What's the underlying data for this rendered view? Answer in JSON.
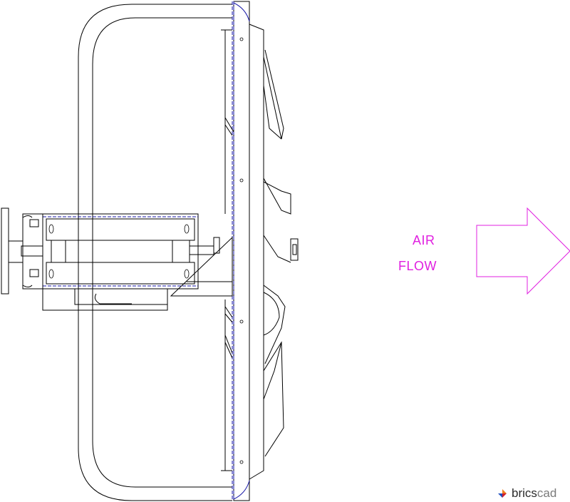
{
  "drawing": {
    "annotation": {
      "line1": "AIR",
      "line2": "FLOW"
    },
    "arrow_icon": "flow-arrow-icon",
    "colors": {
      "linework": "#000000",
      "frame_hidden_lines": "#1a1aa8",
      "annotation": "#e020e0"
    }
  },
  "watermark": {
    "text_part1": "brics",
    "text_part2": "cad",
    "logo_icon": "bricscad-logo-icon"
  }
}
